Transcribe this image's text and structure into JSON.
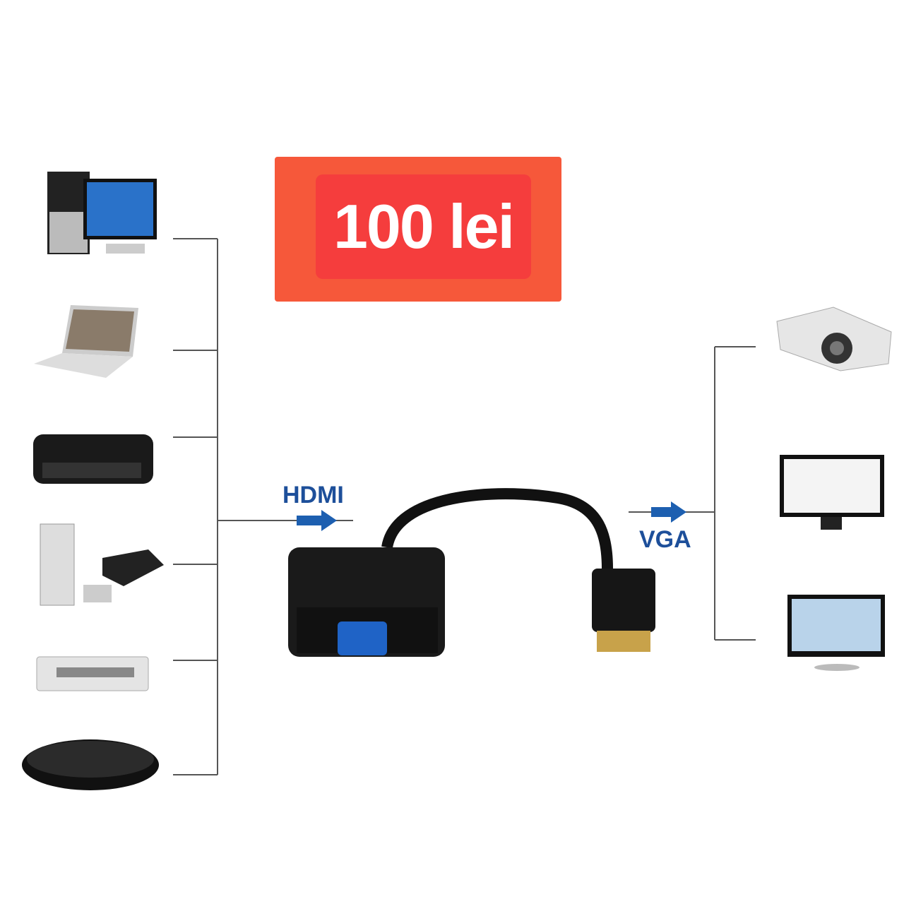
{
  "price_badge": {
    "text": "100 lei"
  },
  "labels": {
    "input": "HDMI",
    "output": "VGA"
  },
  "colors": {
    "badge_outer": "#f6583a",
    "badge_inner": "#f53d3d",
    "label_blue": "#1d4f9a",
    "line": "#555555"
  },
  "sources": [
    "desktop-pc",
    "laptop",
    "apple-tv",
    "game-consoles",
    "mac-mini",
    "tv-box"
  ],
  "outputs": [
    "projector",
    "monitor",
    "tv"
  ]
}
